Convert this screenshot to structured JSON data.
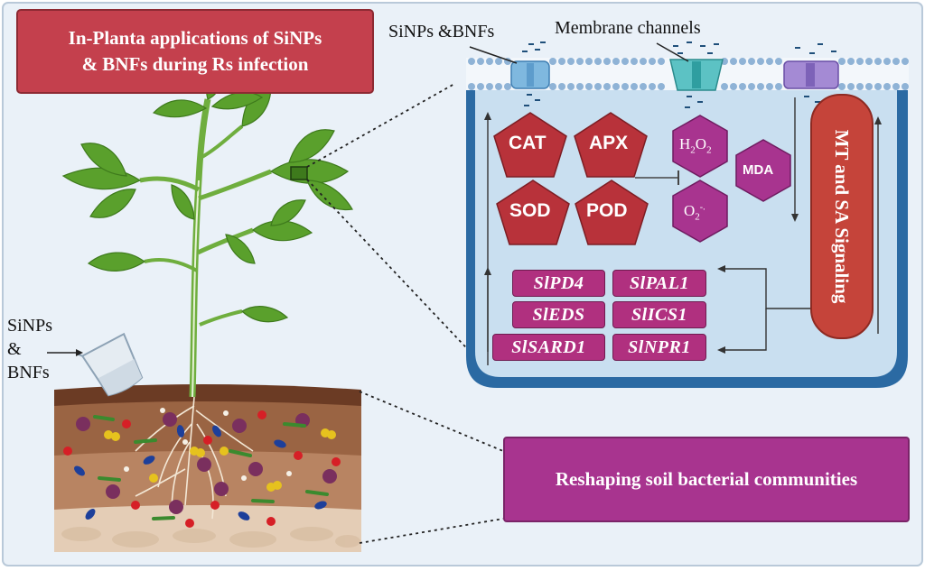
{
  "title": {
    "line1": "In-Planta applications of SiNPs",
    "line2": "& BNFs during Rs infection"
  },
  "labels": {
    "sinps_bnfs_top": "SiNPs &BNFs",
    "membrane_channels": "Membrane channels",
    "left_line1": "SiNPs",
    "left_line2": "&",
    "left_line3": "BNFs"
  },
  "enzymes": [
    "CAT",
    "APX",
    "SOD",
    "POD"
  ],
  "ros": {
    "h2o2": "H",
    "h2o2_sub": "2",
    "h2o2_o": "O",
    "h2o2_sub2": "2",
    "mda": "MDA",
    "o2": "O",
    "o2_sub": "2",
    "o2_sup": "-."
  },
  "signaling": "MT and SA Signaling",
  "genes_left": [
    "SlPD4",
    "SlEDS",
    "SlSARD1"
  ],
  "genes_right": [
    "SlPAL1",
    "SlICS1",
    "SlNPR1"
  ],
  "soil_box": "Reshaping soil bacterial communities",
  "colors": {
    "enzyme": "#b8323a",
    "ros": "#a8348f",
    "signaling": "#c5443a",
    "cell_border": "#2b6aa3",
    "cell_fill": "#c9dff0",
    "soil": "#8a5a3e"
  }
}
